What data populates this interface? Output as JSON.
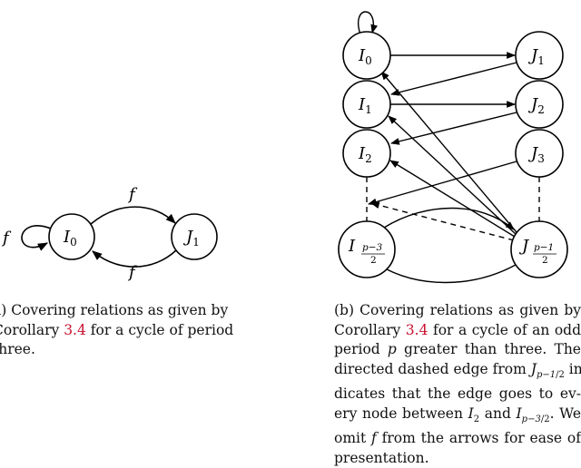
{
  "diagram_a": {
    "nodes": [
      {
        "id": "I0",
        "base": "I",
        "sub": "0"
      },
      {
        "id": "J1",
        "base": "J",
        "sub": "1"
      }
    ],
    "edge_label": "f"
  },
  "diagram_b": {
    "nodes": [
      {
        "id": "I0",
        "base": "I",
        "sub": "0"
      },
      {
        "id": "I1",
        "base": "I",
        "sub": "1"
      },
      {
        "id": "I2",
        "base": "I",
        "sub": "2"
      },
      {
        "id": "J1",
        "base": "J",
        "sub": "1"
      },
      {
        "id": "J2",
        "base": "J",
        "sub": "2"
      },
      {
        "id": "J3",
        "base": "J",
        "sub": "3"
      },
      {
        "id": "Ilast",
        "base": "I",
        "sub_num": "p−3",
        "sub_den": "2"
      },
      {
        "id": "Jlast",
        "base": "J",
        "sub_num": "p−1",
        "sub_den": "2"
      }
    ]
  },
  "captions": {
    "a": {
      "prefix": "a)",
      "text1": "Covering relations as given by",
      "text2a": "Corollary ",
      "ref": "3.4",
      "text2b": " for a cycle of period",
      "text3": "three."
    },
    "b": {
      "l1": "(b)  Covering relations as given by",
      "l2a": "Corollary ",
      "ref": "3.4",
      "l2b": " for a cycle of an odd",
      "l3a": "period ",
      "l3var": "p",
      "l3b": " greater than three.  The",
      "l4a": "directed dashed edge from ",
      "l4b": " in-",
      "l5a": "dicates that the edge goes to ev-",
      "l6a": "ery node between ",
      "l6b": " and ",
      "l6c": ".  We",
      "l7a": "omit ",
      "l7var": "f",
      "l7b": " from the arrows for ease of",
      "l8": "presentation."
    }
  }
}
